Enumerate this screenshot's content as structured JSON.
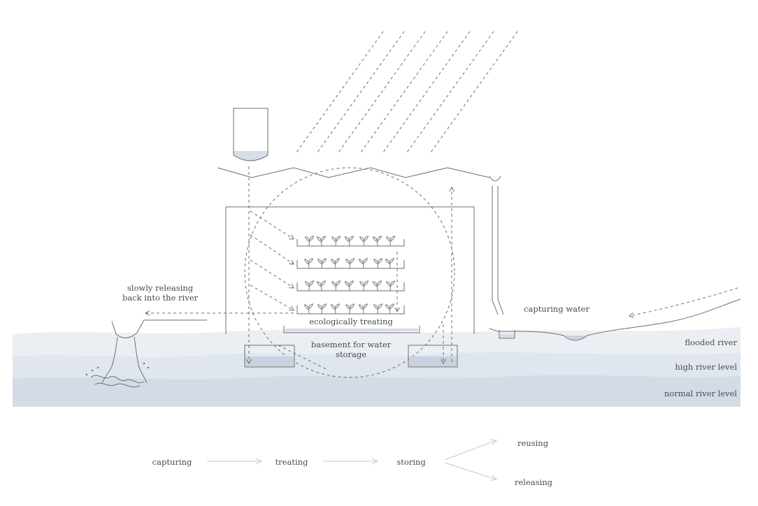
{
  "labels": {
    "releasing_line1": "slowly releasing",
    "releasing_line2": "back into the river",
    "ecological": "ecologically treating",
    "basement_line1": "basement for water",
    "basement_line2": "storage",
    "capturing_water": "capturing water",
    "flooded": "flooded river",
    "high": "high river level",
    "normal": "normal river level"
  },
  "process": {
    "capturing": "capturing",
    "treating": "treating",
    "storing": "storing",
    "reusing": "reusing",
    "releasing": "releasing"
  },
  "colors": {
    "water_flooded": "#e9edf3",
    "water_high": "#dde3ec",
    "water_normal": "#d2d9e5",
    "line": "#6d6d6d",
    "flow_arrow": "#b9cdd9"
  }
}
